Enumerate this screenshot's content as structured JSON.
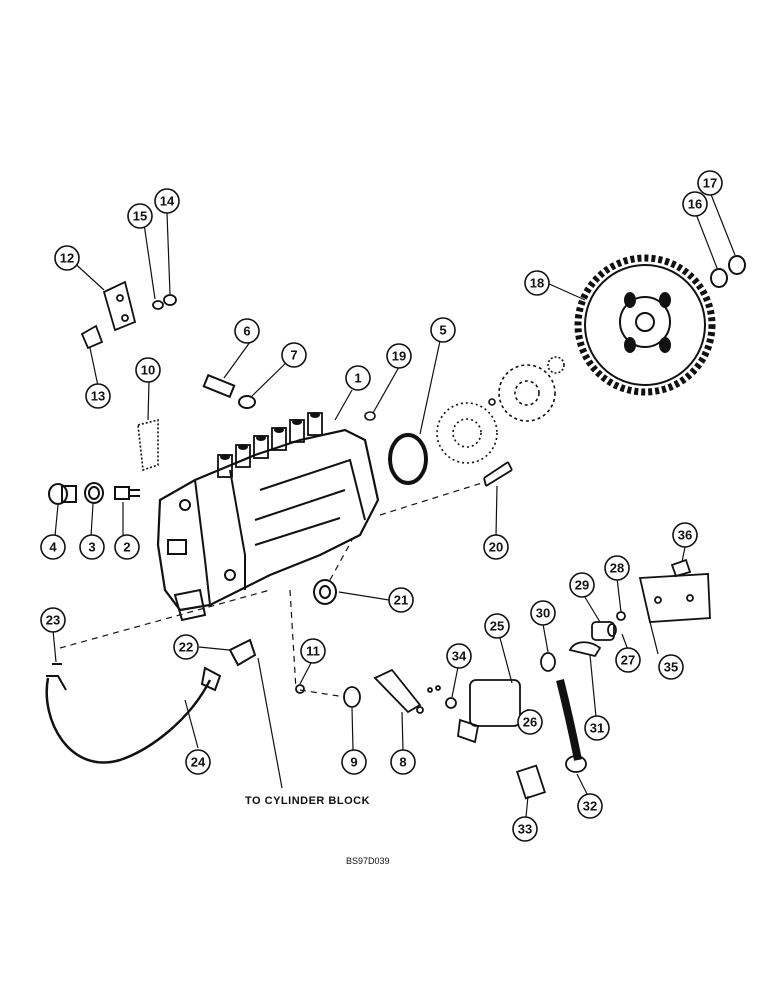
{
  "callout_labels": [
    "1",
    "2",
    "3",
    "4",
    "5",
    "6",
    "7",
    "8",
    "9",
    "10",
    "11",
    "12",
    "13",
    "14",
    "15",
    "16",
    "17",
    "18",
    "19",
    "20",
    "21",
    "22",
    "23",
    "24",
    "25",
    "26",
    "27",
    "28",
    "29",
    "30",
    "31",
    "32",
    "33",
    "34",
    "35",
    "36"
  ],
  "caption": "TO CYLINDER BLOCK",
  "drawing_code": "BS97D039",
  "colors": {
    "ink": "#111111",
    "paper": "#ffffff"
  }
}
